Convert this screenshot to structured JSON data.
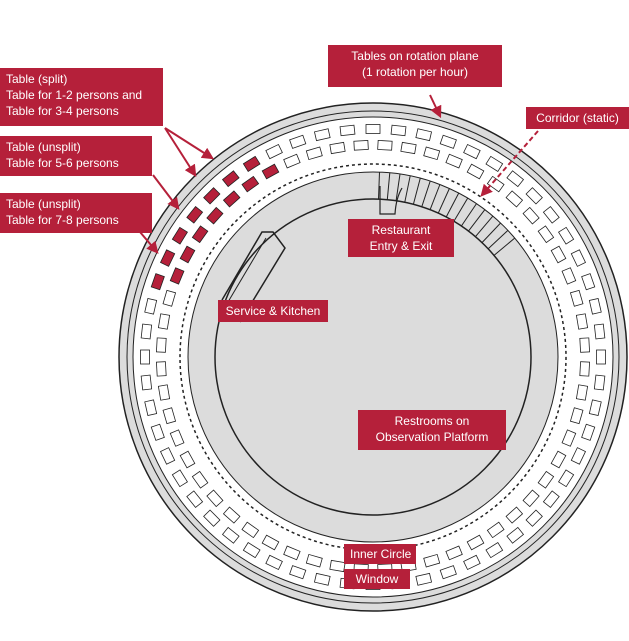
{
  "labels": {
    "table_split": [
      "Table (split)",
      "Table for 1-2 persons and",
      "Table for 3-4 persons"
    ],
    "table_unsplit_56": [
      "Table (unsplit)",
      "Table for 5-6 persons"
    ],
    "table_unsplit_78": [
      "Table (unsplit)",
      "Table for 7-8 persons"
    ],
    "rotation_plane": [
      "Tables on rotation plane",
      "(1 rotation per hour)"
    ],
    "corridor": [
      "Corridor (static)"
    ],
    "entry_exit": [
      "Restaurant",
      "Entry & Exit"
    ],
    "service_kitchen": [
      "Service & Kitchen"
    ],
    "restrooms": [
      "Restrooms on",
      "Observation Platform"
    ],
    "inner_circle": [
      "Inner Circle"
    ],
    "window": [
      "Window"
    ]
  },
  "colors": {
    "accent": "#b5203a",
    "floor": "#dedede",
    "ring": "#ffffff",
    "outline": "#222222"
  }
}
